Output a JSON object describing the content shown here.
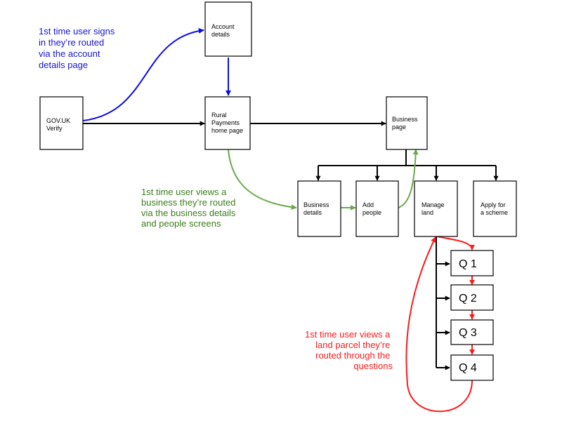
{
  "colors": {
    "black": "#000000",
    "blue": "#0a0aee",
    "green": "#6aaa4a",
    "red": "#ff1a1a",
    "blue_text": "#1515d8",
    "green_text": "#3b7d1b"
  },
  "boxes": {
    "account_details": [
      "Account",
      "details"
    ],
    "gov_uk_verify": [
      "GOV.UK",
      "Verify"
    ],
    "rural_payments_home": [
      "Rural",
      "Payments",
      "home page"
    ],
    "business_page": [
      "Business",
      "page"
    ],
    "business_details": [
      "Business",
      "details"
    ],
    "add_people": [
      "Add",
      "people"
    ],
    "manage_land": [
      "Manage",
      "land"
    ],
    "apply_for_scheme": [
      "Apply for",
      "a scheme"
    ]
  },
  "questions": [
    "Q 1",
    "Q 2",
    "Q 3",
    "Q 4"
  ],
  "notes": {
    "blue": [
      "1st time user signs",
      "in they’re routed",
      "via the account",
      "details page"
    ],
    "green": [
      "1st time user views a",
      "business they’re routed",
      "via the business details",
      "and people screens"
    ],
    "red": [
      "1st time user views a",
      "land parcel they’re",
      "routed through the",
      "questions"
    ]
  }
}
